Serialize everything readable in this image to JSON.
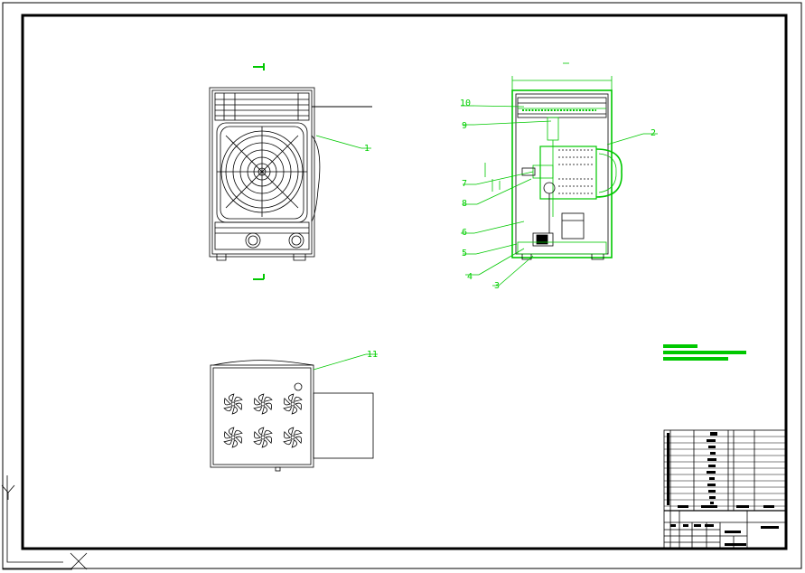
{
  "colors": {
    "paper": "#ffffff",
    "ink": "#000000",
    "annotation": "#00c800",
    "leader": "#00c800"
  },
  "callouts": {
    "c1": "1",
    "c2": "2",
    "c3": "3",
    "c4": "4",
    "c5": "5",
    "c6": "6",
    "c7": "7",
    "c8": "8",
    "c9": "9",
    "c10": "10",
    "c11": "11"
  },
  "ucs_icon": {
    "x_axis": "X",
    "y_axis": "Y"
  },
  "views": [
    "front-view",
    "section-view",
    "top-view"
  ]
}
